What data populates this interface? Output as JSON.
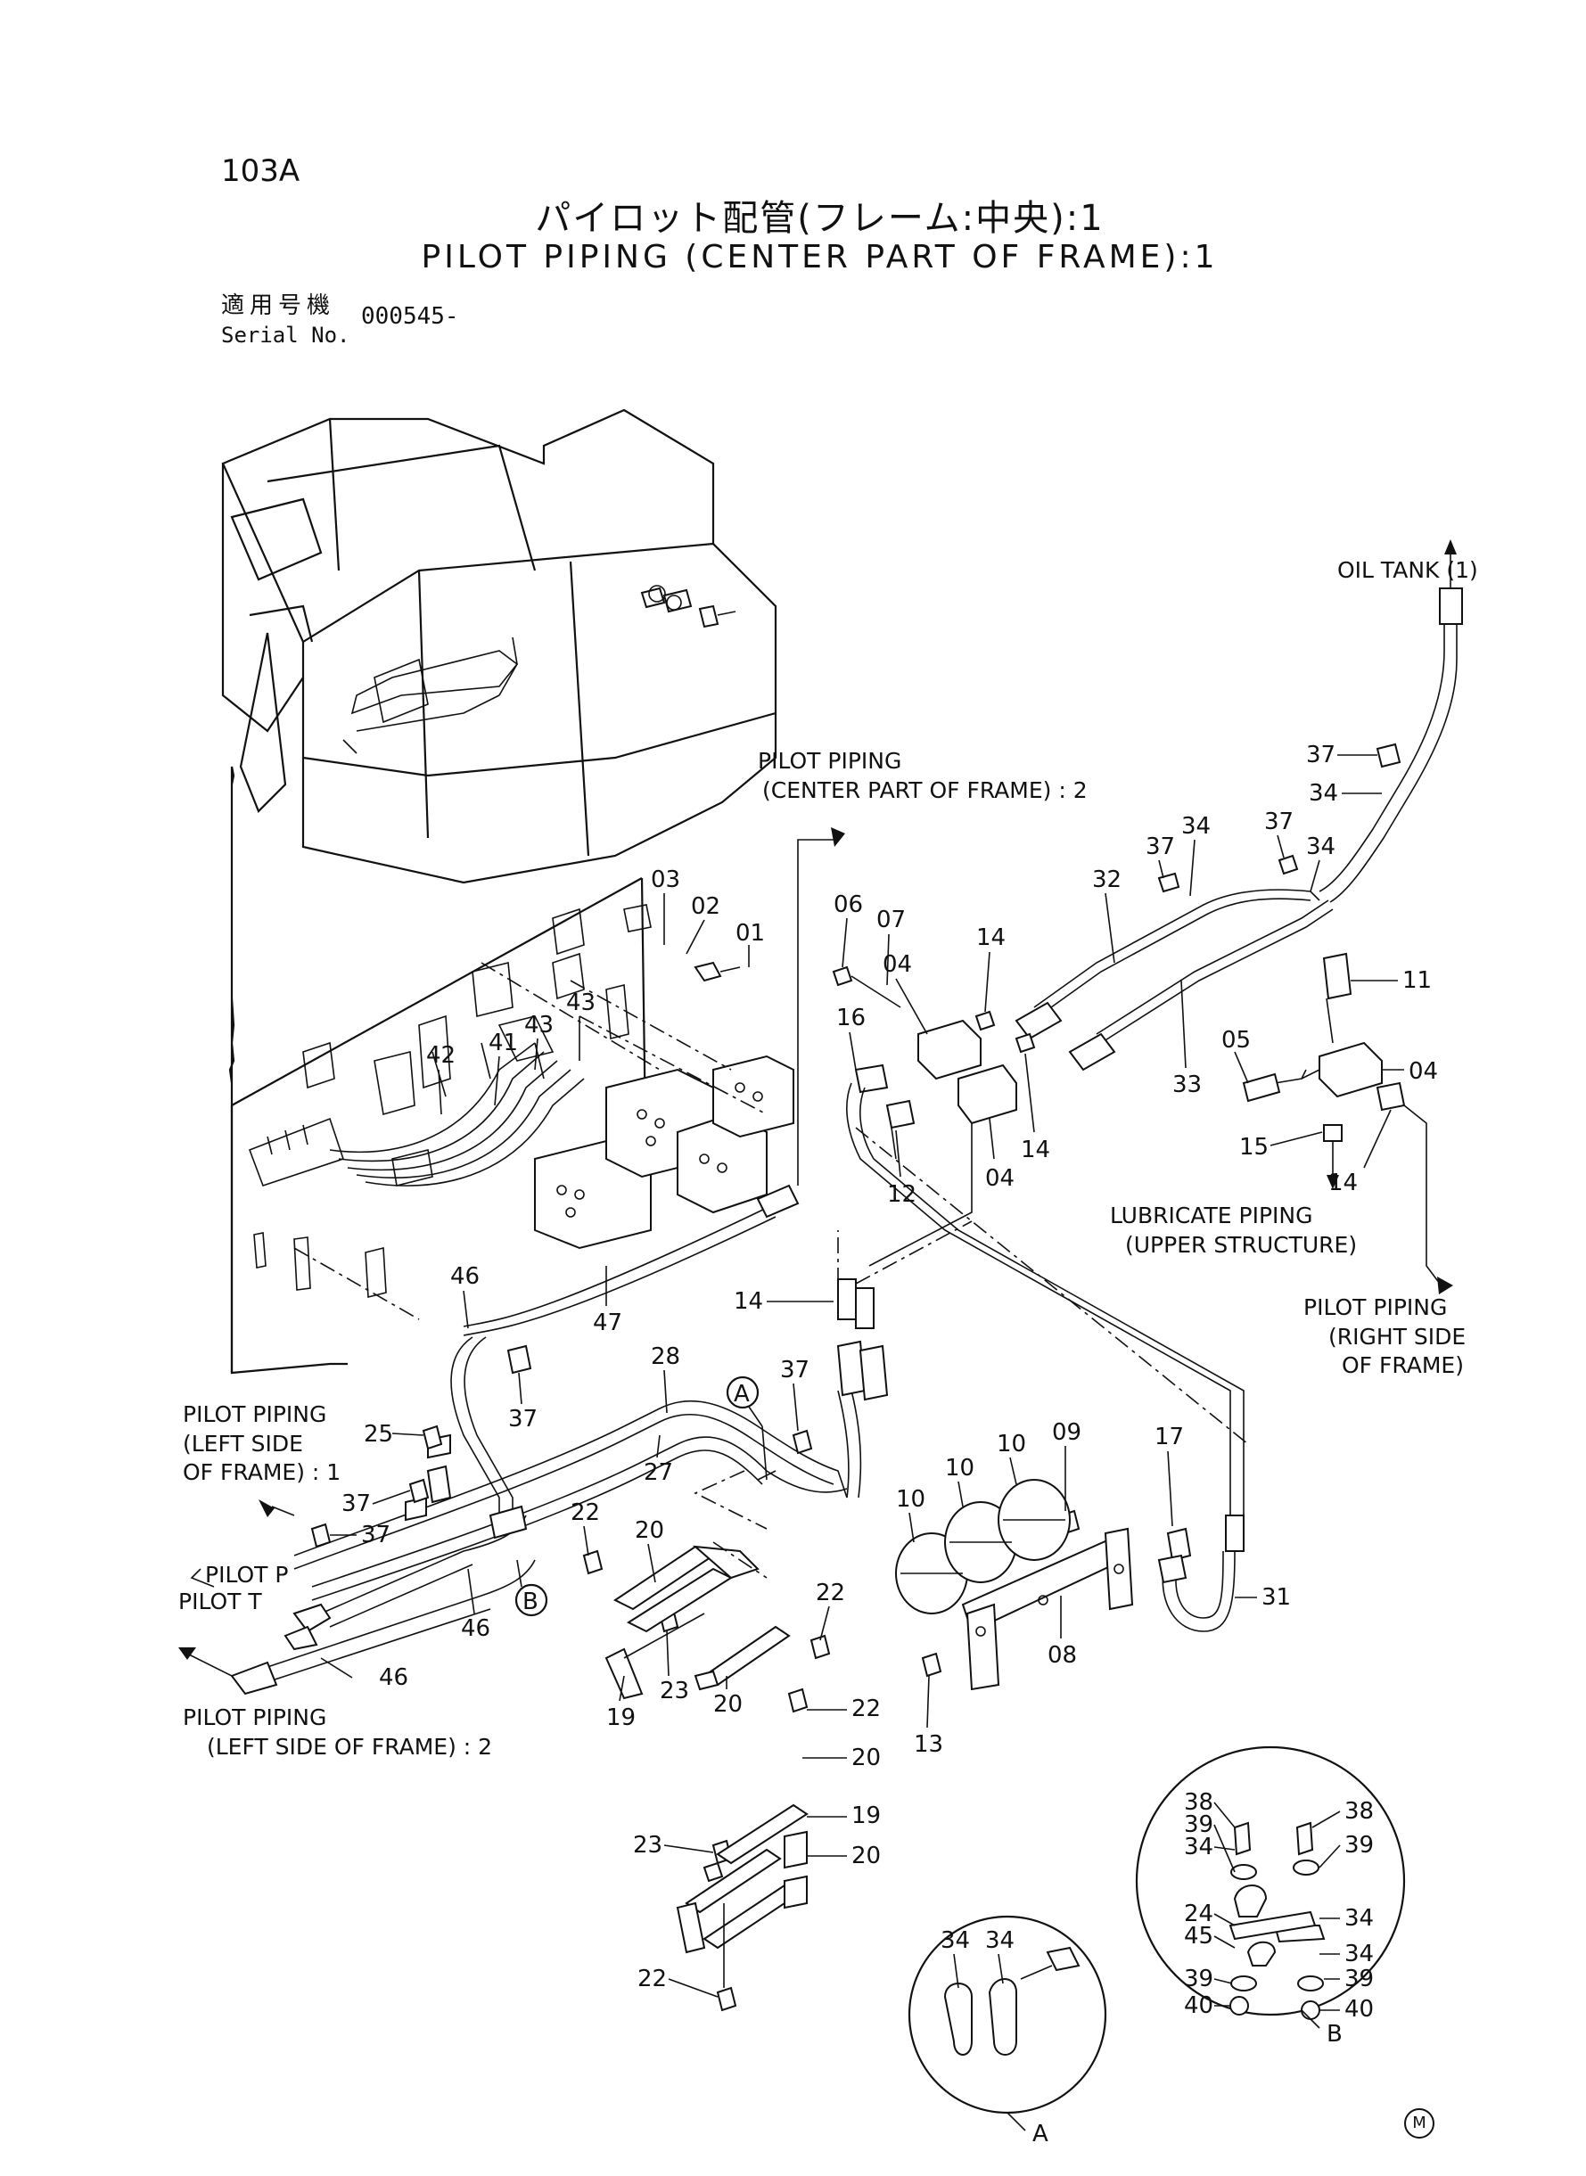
{
  "header": {
    "page_id": "103A",
    "title_jp": "パイロット配管(フレーム:中央):1",
    "title_en": "PILOT PIPING (CENTER PART OF FRAME):1",
    "serial_label_jp": "適用号機",
    "serial_label_en": "Serial No.",
    "serial_value": "000545-"
  },
  "annotations": {
    "oil_tank": "OIL TANK (1)",
    "pilot_center_2_l1": "PILOT PIPING",
    "pilot_center_2_l2": "(CENTER PART OF FRAME) : 2",
    "lubricate_l1": "LUBRICATE PIPING",
    "lubricate_l2": "(UPPER STRUCTURE)",
    "pilot_right_l1": "PILOT PIPING",
    "pilot_right_l2": "(RIGHT SIDE",
    "pilot_right_l3": "OF FRAME)",
    "pilot_left_1_l1": "PILOT PIPING",
    "pilot_left_1_l2": "(LEFT SIDE",
    "pilot_left_1_l3": "OF FRAME) : 1",
    "pilot_p": "PILOT P",
    "pilot_t": "PILOT T",
    "pilot_left_2_l1": "PILOT PIPING",
    "pilot_left_2_l2": "(LEFT SIDE OF FRAME) : 2",
    "view_a": "A",
    "view_b": "B",
    "callout_a": "A",
    "callout_b": "B",
    "mark": "M"
  },
  "part_numbers": {
    "p01": "01",
    "p02": "02",
    "p03": "03",
    "p04a": "04",
    "p04b": "04",
    "p04c": "04",
    "p05": "05",
    "p06": "06",
    "p07": "07",
    "p08": "08",
    "p09": "09",
    "p10a": "10",
    "p10b": "10",
    "p10c": "10",
    "p11": "11",
    "p12": "12",
    "p13": "13",
    "p14a": "14",
    "p14b": "14",
    "p14c": "14",
    "p14d": "14",
    "p15": "15",
    "p16": "16",
    "p17": "17",
    "p19a": "19",
    "p19b": "19",
    "p20a": "20",
    "p20b": "20",
    "p20c": "20",
    "p20d": "20",
    "p22a": "22",
    "p22b": "22",
    "p22c": "22",
    "p22d": "22",
    "p23a": "23",
    "p23b": "23",
    "p24": "24",
    "p25": "25",
    "p27": "27",
    "p28": "28",
    "p31": "31",
    "p32": "32",
    "p33": "33",
    "p34a": "34",
    "p34b": "34",
    "p34c": "34",
    "p34d": "34",
    "p34e": "34",
    "p34f": "34",
    "p34g": "34",
    "p34h": "34",
    "p37a": "37",
    "p37b": "37",
    "p37c": "37",
    "p37d": "37",
    "p37e": "37",
    "p37f": "37",
    "p37g": "37",
    "p38a": "38",
    "p38b": "38",
    "p39a": "39",
    "p39b": "39",
    "p39c": "39",
    "p39d": "39",
    "p40a": "40",
    "p40b": "40",
    "p41": "41",
    "p42": "42",
    "p43a": "43",
    "p43b": "43",
    "p45": "45",
    "p46a": "46",
    "p46b": "46",
    "p46c": "46",
    "p47": "47"
  }
}
